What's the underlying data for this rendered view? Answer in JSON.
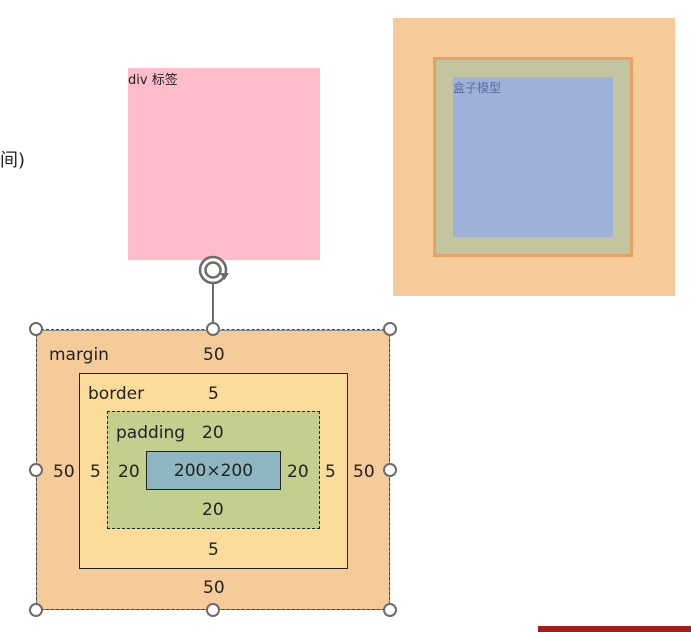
{
  "edge_text": "间)",
  "div_demo": {
    "label": "div 标签"
  },
  "mini_box": {
    "label": "盒子模型"
  },
  "diagram": {
    "margin_label": "margin",
    "margin_top": "50",
    "margin_bottom": "50",
    "margin_left": "50",
    "margin_right": "50",
    "border_label": "border",
    "border_top": "5",
    "border_bottom": "5",
    "border_left": "5",
    "border_right": "5",
    "padding_label": "padding",
    "padding_top": "20",
    "padding_bottom": "20",
    "padding_left": "20",
    "padding_right": "20",
    "content": "200×200"
  },
  "colors": {
    "margin": "#f6cb9a",
    "border": "#fcdc9a",
    "padding": "#c2cf8e",
    "content": "#8eb6c1",
    "div_pink": "#ffbccb",
    "mini_content": "#9fb1d9",
    "accent": "#a31c1c"
  },
  "icons": [
    "rotate-handle-icon",
    "resize-handle-icon"
  ]
}
